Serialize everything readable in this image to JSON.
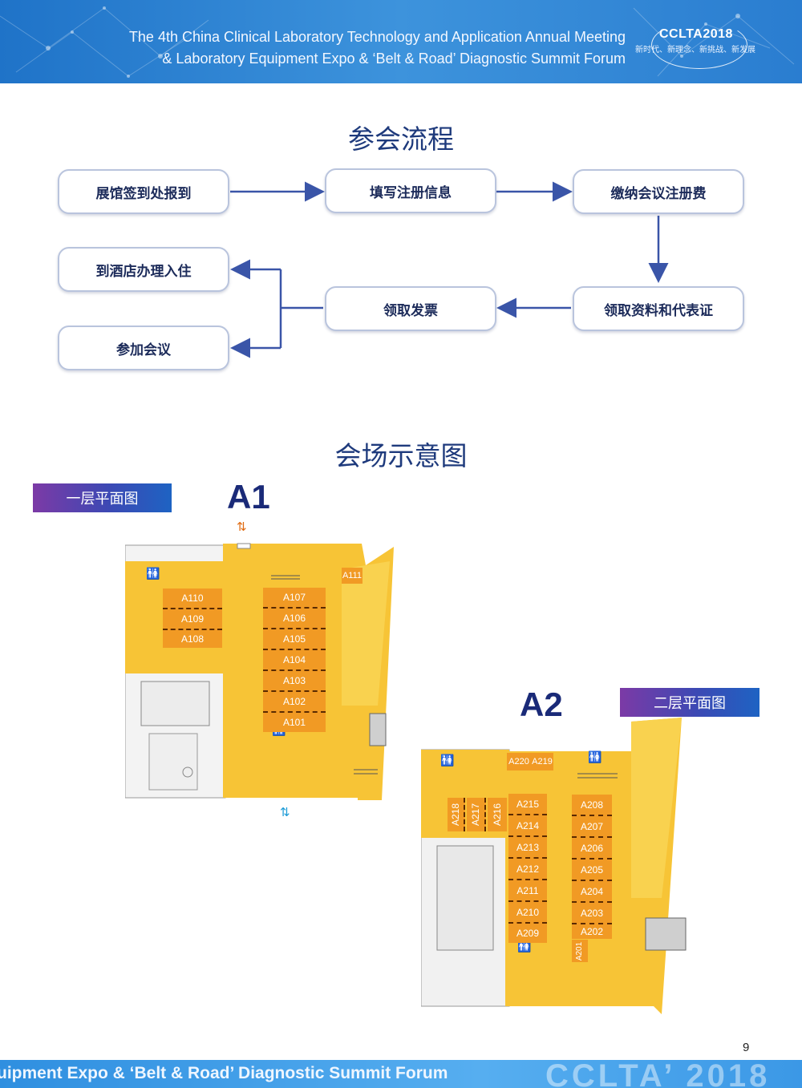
{
  "header": {
    "title_line1": "The 4th China Clinical Laboratory Technology and Application Annual Meeting",
    "title_line2": "& Laboratory Equipment Expo & ‘Belt & Road’ Diagnostic Summit Forum",
    "logo_text": "CCLTA2018",
    "logo_slogan": "新时代、新理念、新挑战、新发展"
  },
  "process": {
    "title": "参会流程",
    "steps": [
      "展馆签到处报到",
      "填写注册信息",
      "缴纳会议注册费",
      "领取资料和代表证",
      "领取发票",
      "到酒店办理入住",
      "参加会议"
    ]
  },
  "venue": {
    "title": "会场示意图",
    "floor1": {
      "tag": "一层平面图",
      "label": "A1",
      "rooms_left": [
        "A110",
        "A109",
        "A108"
      ],
      "rooms_center": [
        "A107",
        "A106",
        "A105",
        "A104",
        "A103",
        "A102",
        "A101"
      ],
      "room_corner": "A111"
    },
    "floor2": {
      "tag": "二层平面图",
      "label": "A2",
      "rooms_top": [
        "A220",
        "A219"
      ],
      "rooms_vertical": [
        "A218",
        "A217",
        "A216"
      ],
      "rooms_center": [
        "A215",
        "A214",
        "A213",
        "A212",
        "A211",
        "A210",
        "A209"
      ],
      "rooms_right": [
        "A208",
        "A207",
        "A206",
        "A205",
        "A204",
        "A203",
        "A202"
      ],
      "room_small": "A201"
    }
  },
  "page_number": "9",
  "footer": {
    "text": "uipment Expo & ‘Belt & Road’ Diagnostic Summit Forum",
    "watermark": "CCLTA’ 2018"
  },
  "colors": {
    "header_blue": "#2a80d2",
    "room_orange": "#f19a24",
    "floor_yellow": "#f7c436",
    "title_navy": "#1e3a7c",
    "arrow_blue": "#3a55a8"
  }
}
